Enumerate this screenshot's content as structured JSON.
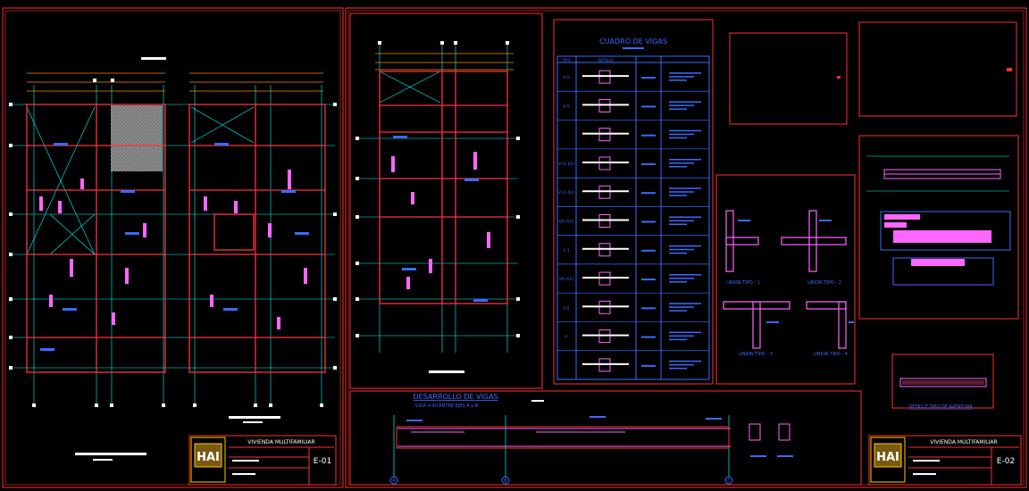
{
  "sheet1": {
    "title_block": {
      "logo": "HAI",
      "project": "VIVIENDA MULTIFAMILIAR",
      "sheet_no": "E-01"
    }
  },
  "sheet2": {
    "title_block": {
      "logo": "HAI",
      "project": "VIVIENDA MULTIFAMILIAR",
      "sheet_no": "E-02"
    },
    "beam_table": {
      "title": "CUADRO DE VIGAS",
      "headers": [
        "TIPO",
        "DETALLE",
        "",
        ""
      ],
      "rows": [
        "V-S",
        "V-S",
        "",
        "V-(1-02)",
        "V-(1-02)",
        "VP-(01)",
        "V-1",
        "VP-(02)",
        "V-2",
        "V-",
        ""
      ]
    },
    "beam_development": {
      "title": "DESARROLLO DE VIGAS",
      "subtitle": "VIGA V-40 ENTRE EJES A y B",
      "axes": [
        "A",
        "B",
        "C"
      ]
    },
    "unions": [
      "UNION TIPO - 1",
      "UNION TIPO - 2",
      "UNION TIPO - 3",
      "UNION TIPO - 4"
    ],
    "transverse_detail": {
      "label": "DETALLE TIPO DE AVERTURA"
    }
  },
  "colors": {
    "border": "#ff3030",
    "grid": "#00ffff",
    "dims": "#ff8c00",
    "walls": "#ff3040",
    "beams": "#ff66ff",
    "text": "#3b6bff",
    "blue": "#4080ff",
    "white": "#ffffff"
  }
}
